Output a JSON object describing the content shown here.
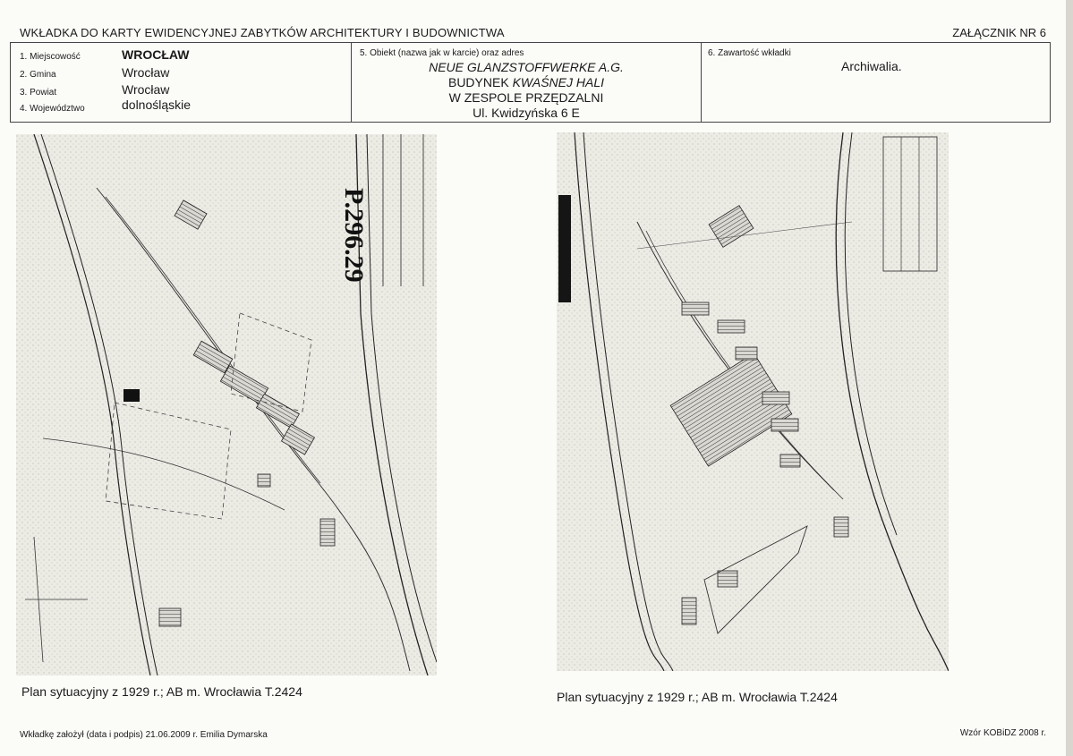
{
  "header": {
    "title": "WKŁADKA DO KARTY EWIDENCYJNEJ ZABYTKÓW ARCHITEKTURY I BUDOWNICTWA",
    "annex": "ZAŁĄCZNIK NR 6"
  },
  "fields": {
    "miejscowosc_label": "1. Miejscowość",
    "miejscowosc_value": "WROCŁAW",
    "gmina_label": "2. Gmina",
    "gmina_value": "Wrocław",
    "powiat_label": "3. Powiat",
    "powiat_value": "Wrocław",
    "wojewodztwo_label": "4. Województwo",
    "wojewodztwo_value": "dolnośląskie",
    "obiekt_label": "5. Obiekt (nazwa jak w karcie) oraz adres",
    "obiekt_line1": "NEUE GLANZSTOFFWERKE A.G.",
    "obiekt_line2a": "BUDYNEK ",
    "obiekt_line2b": "KWAŚNEJ HALI",
    "obiekt_line3": "W ZESPOLE PRZĘDZALNI",
    "obiekt_line4": "Ul. Kwidzyńska 6 E",
    "zawartosc_label": "6. Zawartość wkładki",
    "zawartosc_value": "Archiwalia."
  },
  "maps": {
    "left": {
      "stamp_number": "P.296.29",
      "caption": "Plan sytuacyjny z 1929 r.; AB m. Wrocławia T.2424"
    },
    "right": {
      "caption": "Plan sytuacyjny z 1929 r.; AB m. Wrocławia T.2424"
    }
  },
  "footer": {
    "left": "Wkładkę założył (data i podpis) 21.06.2009 r. Emilia Dymarska",
    "right": "Wzór KOBiDZ 2008 r."
  }
}
